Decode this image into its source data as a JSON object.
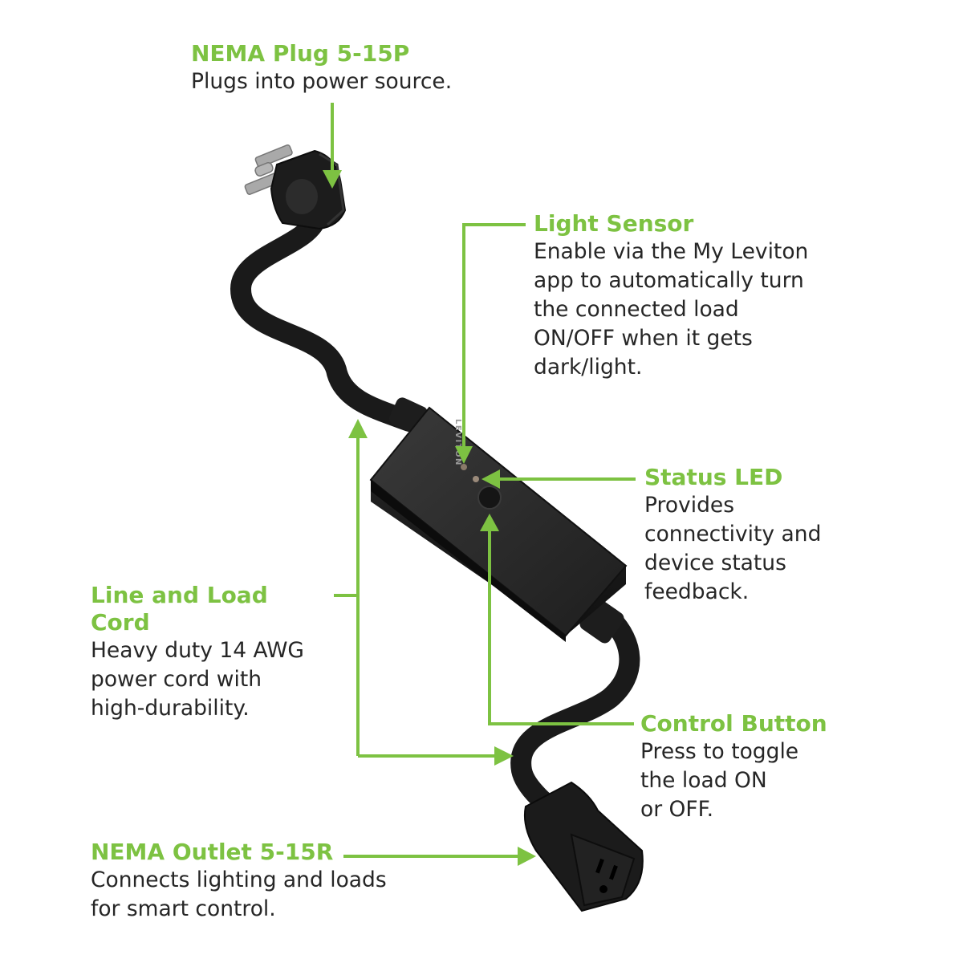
{
  "colors": {
    "accent": "#7dc242",
    "text": "#262626",
    "device": "#1a1a1a"
  },
  "callouts": {
    "plug": {
      "title": "NEMA Plug 5-15P",
      "desc": "Plugs into power source."
    },
    "sensor": {
      "title": "Light Sensor",
      "desc": "Enable via the My Leviton\napp to automatically turn\nthe connected load\nON/OFF when it gets\ndark/light."
    },
    "led": {
      "title": "Status LED",
      "desc": "Provides\nconnectivity and\ndevice status\nfeedback."
    },
    "cord": {
      "title": "Line and Load Cord",
      "desc": "Heavy duty 14 AWG\npower cord with\nhigh-durability."
    },
    "button": {
      "title": "Control Button",
      "desc": "Press to toggle\nthe load ON\nor OFF."
    },
    "outlet": {
      "title": "NEMA Outlet 5-15R",
      "desc": "Connects lighting and loads\nfor smart control."
    }
  },
  "device": {
    "brand": "LEVITON"
  }
}
